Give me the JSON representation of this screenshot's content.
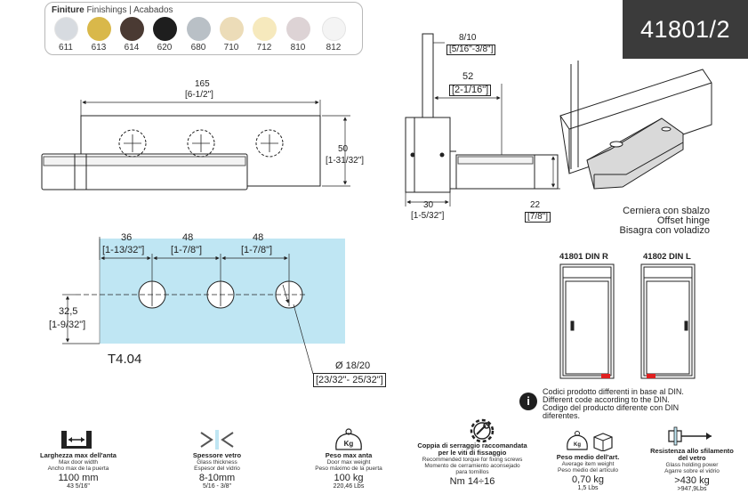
{
  "finishes": {
    "title_bold": "Finiture",
    "title_rest": " Finishings | Acabados",
    "swatches": [
      {
        "code": "611",
        "color": "#d7dbe0"
      },
      {
        "code": "613",
        "color": "#d9b84a"
      },
      {
        "code": "614",
        "color": "#4a3a33"
      },
      {
        "code": "620",
        "color": "#1e1e1e"
      },
      {
        "code": "680",
        "color": "#b9c0c6"
      },
      {
        "code": "710",
        "color": "#ecdcb8"
      },
      {
        "code": "712",
        "color": "#f6e9bd"
      },
      {
        "code": "810",
        "color": "#ddd3d5"
      },
      {
        "code": "812",
        "color": "#f4f4f4"
      }
    ]
  },
  "product_code": "41801/2",
  "top_view": {
    "width_mm": "165",
    "width_in": "[6-1/2\"]",
    "height_mm": "50",
    "height_in": "[1-31/32\"]"
  },
  "side_view": {
    "glass_mm": "8/10",
    "glass_in": "[5/16\"-3/8\"]",
    "offset_mm": "52",
    "offset_in": "[2-1/16\"]",
    "depth_mm": "30",
    "depth_in": "[1-5/32\"]",
    "height_mm": "22",
    "height_in": "[7/8\"]"
  },
  "caption": {
    "it": "Cerniera con sbalzo",
    "en": "Offset hinge",
    "es": "Bisagra con voladizo"
  },
  "glass_cut": {
    "d1_mm": "36",
    "d1_in": "[1-13/32\"]",
    "d2_mm": "48",
    "d2_in": "[1-7/8\"]",
    "d3_mm": "48",
    "d3_in": "[1-7/8\"]",
    "v_mm": "32,5",
    "v_in": "[1-9/32\"]",
    "code": "T4.04",
    "hole_mm": "Ø 18/20",
    "hole_in": "[23/32\"- 25/32\"]"
  },
  "din": {
    "right_label": "41801 DIN R",
    "left_label": "41802 DIN L",
    "marker_color": "#e02020"
  },
  "info": {
    "icon": "i",
    "lines": [
      "Codici prodotto differenti in base al DIN.",
      "Different code according to the DIN.",
      "Codigo del producto diferente con DIN",
      "diferentes."
    ]
  },
  "specs": [
    {
      "icon": "door-width-icon",
      "label": "Larghezza max dell'anta",
      "sub1": "Max door width",
      "sub2": "Ancho max de la puerta",
      "value": "1100 mm",
      "value2": "43 5/16\""
    },
    {
      "icon": "glass-thickness-icon",
      "label": "Spessore vetro",
      "sub1": "Glass thickness",
      "sub2": "Espesor del vidrio",
      "value": "8-10mm",
      "value2": "5/16 - 3/8\""
    },
    {
      "icon": "weight-icon",
      "icon_text": "Kg",
      "label": "Peso max anta",
      "sub1": "Door max weight",
      "sub2": "Peso máximo de la puerta",
      "value": "100 kg",
      "value2": "220,46 Lbs"
    },
    {
      "icon": "torque-icon",
      "label": "Coppia di serraggio raccomandata",
      "label2": "per le viti di fissaggio",
      "sub1": "Recommended torque for fixing screws",
      "sub2": "Momento de cerramiento aconsejado",
      "sub3": "para tornillos",
      "value": "Nm 14÷16"
    },
    {
      "icon": "item-weight-icon",
      "icon_text": "Kg",
      "label": "Peso medio dell'art.",
      "sub1": "Average item weight",
      "sub2": "Peso medio del artículo",
      "value": "0,70 kg",
      "value2": "1,5 Lbs"
    },
    {
      "icon": "pull-out-icon",
      "label": "Resistenza allo sfilamento",
      "label2": "del vetro",
      "sub1": "Glass holding power",
      "sub2": "Agarre sobre el vidrio",
      "value": ">430 kg",
      "value2": ">947,9Lbs"
    }
  ]
}
